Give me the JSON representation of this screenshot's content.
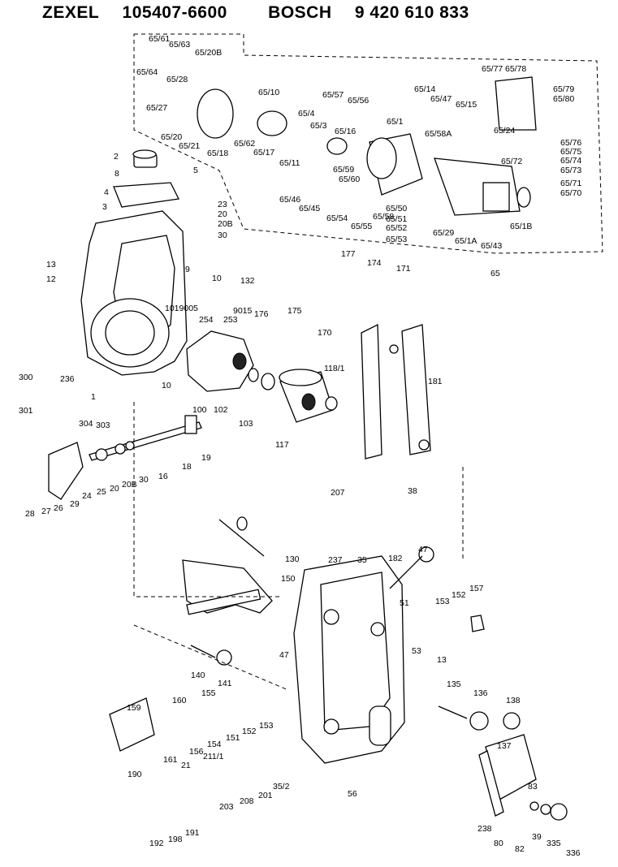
{
  "header": {
    "brand1": "ZEXEL",
    "part1": "105407-6600",
    "brand2": "BOSCH",
    "part2": "9 420 610 833"
  },
  "labels": [
    {
      "text": "65/61"
    },
    {
      "text": "65/63"
    },
    {
      "text": "65/20B"
    },
    {
      "text": "65/64"
    },
    {
      "text": "65/28"
    },
    {
      "text": "65/27"
    },
    {
      "text": "65/10"
    },
    {
      "text": "65/57"
    },
    {
      "text": "65/56"
    },
    {
      "text": "65/4"
    },
    {
      "text": "65/3"
    },
    {
      "text": "65/16"
    },
    {
      "text": "65/1"
    },
    {
      "text": "65/14"
    },
    {
      "text": "65/47"
    },
    {
      "text": "65/15"
    },
    {
      "text": "65/77"
    },
    {
      "text": "65/78"
    },
    {
      "text": "65/79"
    },
    {
      "text": "65/80"
    },
    {
      "text": "65/20"
    },
    {
      "text": "65/21"
    },
    {
      "text": "65/18"
    },
    {
      "text": "65/62"
    },
    {
      "text": "65/17"
    },
    {
      "text": "65/11"
    },
    {
      "text": "65/58A"
    },
    {
      "text": "65/24"
    },
    {
      "text": "65/76"
    },
    {
      "text": "65/75"
    },
    {
      "text": "65/74"
    },
    {
      "text": "65/73"
    },
    {
      "text": "65/72"
    },
    {
      "text": "65/59"
    },
    {
      "text": "65/60"
    },
    {
      "text": "65/46"
    },
    {
      "text": "65/45"
    },
    {
      "text": "65/54"
    },
    {
      "text": "65/55"
    },
    {
      "text": "65/58"
    },
    {
      "text": "65/50"
    },
    {
      "text": "65/51"
    },
    {
      "text": "65/52"
    },
    {
      "text": "65/53"
    },
    {
      "text": "65/29"
    },
    {
      "text": "65/1A"
    },
    {
      "text": "65/43"
    },
    {
      "text": "65/1B"
    },
    {
      "text": "65/71"
    },
    {
      "text": "65/70"
    },
    {
      "text": "65"
    },
    {
      "text": "2"
    },
    {
      "text": "8"
    },
    {
      "text": "5"
    },
    {
      "text": "4"
    },
    {
      "text": "3"
    },
    {
      "text": "23"
    },
    {
      "text": "20"
    },
    {
      "text": "20B"
    },
    {
      "text": "30"
    },
    {
      "text": "13"
    },
    {
      "text": "12"
    },
    {
      "text": "9"
    },
    {
      "text": "10"
    },
    {
      "text": "1019005"
    },
    {
      "text": "132"
    },
    {
      "text": "9015"
    },
    {
      "text": "254"
    },
    {
      "text": "253"
    },
    {
      "text": "176"
    },
    {
      "text": "175"
    },
    {
      "text": "177"
    },
    {
      "text": "174"
    },
    {
      "text": "171"
    },
    {
      "text": "170"
    },
    {
      "text": "118/1"
    },
    {
      "text": "181"
    },
    {
      "text": "300"
    },
    {
      "text": "236"
    },
    {
      "text": "1"
    },
    {
      "text": "10"
    },
    {
      "text": "100"
    },
    {
      "text": "102"
    },
    {
      "text": "103"
    },
    {
      "text": "117"
    },
    {
      "text": "301"
    },
    {
      "text": "304"
    },
    {
      "text": "303"
    },
    {
      "text": "207"
    },
    {
      "text": "38"
    },
    {
      "text": "28"
    },
    {
      "text": "27"
    },
    {
      "text": "26"
    },
    {
      "text": "29"
    },
    {
      "text": "24"
    },
    {
      "text": "25"
    },
    {
      "text": "20"
    },
    {
      "text": "20B"
    },
    {
      "text": "30"
    },
    {
      "text": "16"
    },
    {
      "text": "18"
    },
    {
      "text": "19"
    },
    {
      "text": "130"
    },
    {
      "text": "237"
    },
    {
      "text": "35"
    },
    {
      "text": "182"
    },
    {
      "text": "47"
    },
    {
      "text": "150"
    },
    {
      "text": "51"
    },
    {
      "text": "153"
    },
    {
      "text": "152"
    },
    {
      "text": "157"
    },
    {
      "text": "47"
    },
    {
      "text": "53"
    },
    {
      "text": "13"
    },
    {
      "text": "140"
    },
    {
      "text": "141"
    },
    {
      "text": "135"
    },
    {
      "text": "136"
    },
    {
      "text": "138"
    },
    {
      "text": "159"
    },
    {
      "text": "160"
    },
    {
      "text": "155"
    },
    {
      "text": "151"
    },
    {
      "text": "152"
    },
    {
      "text": "153"
    },
    {
      "text": "154"
    },
    {
      "text": "190"
    },
    {
      "text": "161"
    },
    {
      "text": "156"
    },
    {
      "text": "21"
    },
    {
      "text": "211/1"
    },
    {
      "text": "137"
    },
    {
      "text": "203"
    },
    {
      "text": "208"
    },
    {
      "text": "201"
    },
    {
      "text": "35/2"
    },
    {
      "text": "56"
    },
    {
      "text": "83"
    },
    {
      "text": "192"
    },
    {
      "text": "198"
    },
    {
      "text": "191"
    },
    {
      "text": "238"
    },
    {
      "text": "80"
    },
    {
      "text": "82"
    },
    {
      "text": "39"
    },
    {
      "text": "335"
    },
    {
      "text": "336"
    }
  ]
}
